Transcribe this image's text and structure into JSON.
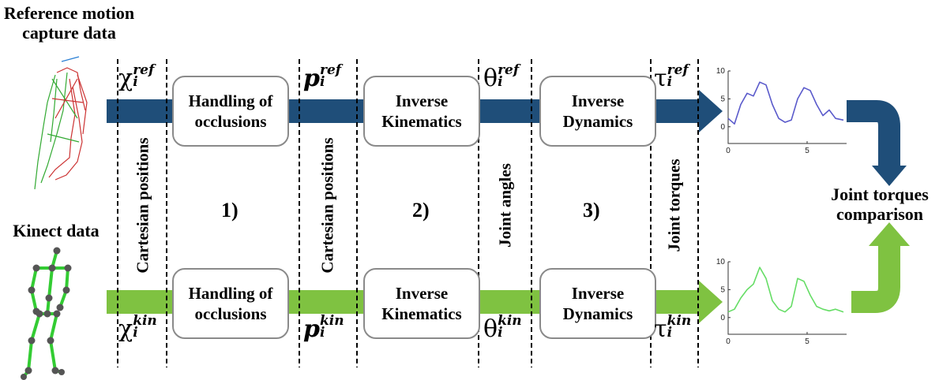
{
  "inputs": {
    "reference_title": "Reference motion\ncapture data",
    "kinect_title": "Kinect data"
  },
  "columns": {
    "cartesian_positions_1": "Cartesian positions",
    "cartesian_positions_2": "Cartesian positions",
    "joint_angles": "Joint angles",
    "joint_torques": "Joint torques"
  },
  "steps": [
    {
      "number": "1)",
      "label": "Handling of\nocclusions"
    },
    {
      "number": "2)",
      "label": "Inverse\nKinematics"
    },
    {
      "number": "3)",
      "label": "Inverse\nDynamics"
    }
  ],
  "symbols": {
    "chi": "χ",
    "p": "p",
    "theta": "θ",
    "tau": "τ",
    "sub": "i",
    "ref": "ref",
    "kin": "kin"
  },
  "output": {
    "label": "Joint torques\ncomparison"
  },
  "colors": {
    "ref_arrow": "#1f4e79",
    "kin_arrow": "#7fc241",
    "ref_curve": "#5a5acb",
    "kin_curve": "#66dd66",
    "skeleton_green": "#33cc33",
    "skeleton_red": "#cc3333"
  },
  "chart_data": [
    {
      "type": "line",
      "series": [
        {
          "values": [
            1.5,
            0.5,
            4,
            6,
            5.5,
            8,
            7.5,
            4,
            1.5,
            0.8,
            1.2,
            5,
            7,
            6.5,
            4,
            2,
            3,
            1.5,
            1.2
          ]
        }
      ],
      "x": [
        0,
        0.4,
        0.8,
        1.2,
        1.6,
        2,
        2.4,
        2.8,
        3.2,
        3.6,
        4,
        4.4,
        4.8,
        5.2,
        5.6,
        6,
        6.4,
        6.8,
        7.3
      ],
      "xlim": [
        0,
        7.5
      ],
      "ylim": [
        -3,
        10
      ],
      "xticks": [
        0,
        5
      ],
      "yticks": [
        0,
        5,
        10
      ]
    },
    {
      "type": "line",
      "series": [
        {
          "values": [
            1,
            1.5,
            3.5,
            5,
            6,
            9,
            7,
            3,
            1.5,
            1,
            2,
            7,
            6.5,
            4,
            2,
            1.5,
            1.2,
            1.5,
            1
          ]
        }
      ],
      "x": [
        0,
        0.4,
        0.8,
        1.2,
        1.6,
        2,
        2.4,
        2.8,
        3.2,
        3.6,
        4,
        4.4,
        4.8,
        5.2,
        5.6,
        6,
        6.4,
        6.8,
        7.3
      ],
      "xlim": [
        0,
        7.5
      ],
      "ylim": [
        -3,
        10
      ],
      "xticks": [
        0,
        5
      ],
      "yticks": [
        0,
        5,
        10
      ]
    }
  ]
}
